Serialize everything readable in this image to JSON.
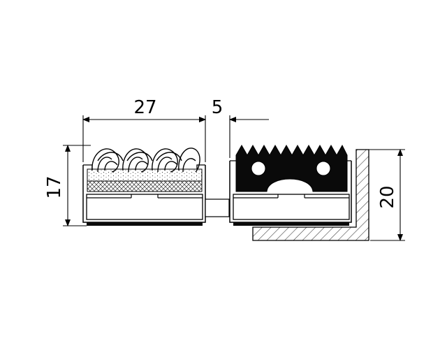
{
  "dimensions": {
    "width_left": "27",
    "gap": "5",
    "height_left": "17",
    "height_right": "20"
  },
  "colors": {
    "line": "#000000",
    "rubber": "#0a0a0a",
    "hatch": "#555555",
    "background": "#ffffff"
  }
}
